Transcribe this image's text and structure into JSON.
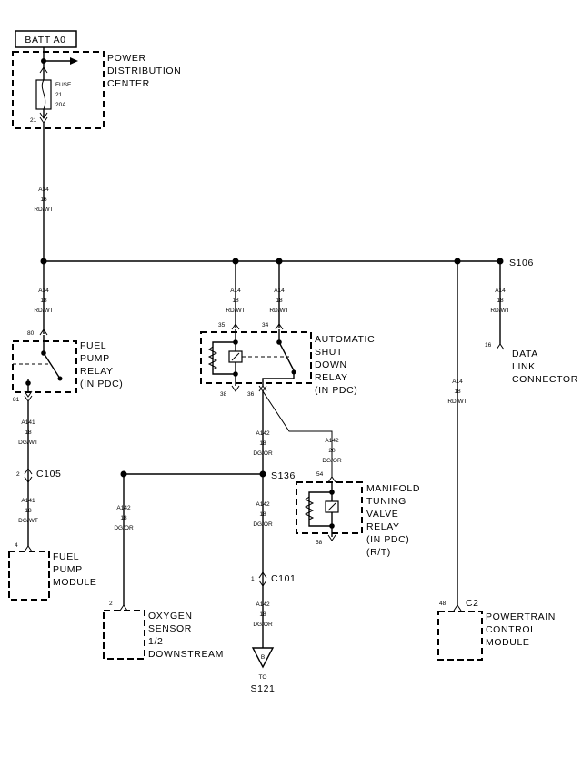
{
  "battery": {
    "label": "BATT A0"
  },
  "pdc": {
    "label": [
      "POWER",
      "DISTRIBUTION",
      "CENTER"
    ],
    "fuse_text": [
      "FUSE",
      "21",
      "20A"
    ],
    "pin": "21"
  },
  "main_wire": {
    "circuit": "A14",
    "gauge": "16",
    "color": "RD/WT"
  },
  "branch_fp": {
    "circuit": "A14",
    "gauge": "18",
    "color": "RD/WT"
  },
  "fuel_pump_relay": {
    "label": [
      "FUEL",
      "PUMP",
      "RELAY",
      "(IN PDC)"
    ],
    "pin_in": "80",
    "pin_out": "81"
  },
  "fp_wire1": {
    "circuit": "A141",
    "gauge": "18",
    "color": "DG/WT"
  },
  "c105": {
    "pin": "2",
    "label": "C105"
  },
  "fp_wire2": {
    "circuit": "A141",
    "gauge": "18",
    "color": "DG/WT"
  },
  "fuel_pump_module": {
    "label": [
      "FUEL",
      "PUMP",
      "MODULE"
    ],
    "pin": "4"
  },
  "asd_wire_a": {
    "circuit": "A14",
    "gauge": "18",
    "color": "RD/WT"
  },
  "asd_wire_b": {
    "circuit": "A14",
    "gauge": "18",
    "color": "RD/WT"
  },
  "asd_relay": {
    "label": [
      "AUTOMATIC",
      "SHUT",
      "DOWN",
      "RELAY",
      "(IN PDC)"
    ],
    "pin_a": "35",
    "pin_b": "34",
    "pin_c": "38",
    "pin_d": "36"
  },
  "asd_out_wire": {
    "circuit": "A142",
    "gauge": "18",
    "color": "DG/OR"
  },
  "mtv_in_wire": {
    "circuit": "A142",
    "gauge": "20",
    "color": "DG/OR"
  },
  "s136": {
    "label": "S136"
  },
  "o2_wire": {
    "circuit": "A142",
    "gauge": "18",
    "color": "DG/OR"
  },
  "oxygen_sensor": {
    "label": [
      "OXYGEN",
      "SENSOR",
      "1/2",
      "DOWNSTREAM"
    ],
    "pin": "2"
  },
  "s121_wire1": {
    "circuit": "A142",
    "gauge": "18",
    "color": "DG/OR"
  },
  "c101": {
    "pin": "1",
    "label": "C101"
  },
  "s121_wire2": {
    "circuit": "A142",
    "gauge": "18",
    "color": "DG/OR"
  },
  "ref_b": {
    "letter": "B",
    "to": "TO",
    "target": "S121"
  },
  "mtv_relay": {
    "label": [
      "MANIFOLD",
      "TUNING",
      "VALVE",
      "RELAY",
      "(IN PDC)",
      "(R/T)"
    ],
    "pin_in": "54",
    "pin_out": "58"
  },
  "pcm_wire": {
    "circuit": "A14",
    "gauge": "18",
    "color": "RD/WT"
  },
  "pcm": {
    "label": [
      "POWERTRAIN",
      "CONTROL",
      "MODULE"
    ],
    "pin": "48",
    "connector": "C2"
  },
  "s106": {
    "label": "S106"
  },
  "dlc_wire": {
    "circuit": "A14",
    "gauge": "18",
    "color": "RD/WT"
  },
  "dlc": {
    "label": [
      "DATA",
      "LINK",
      "CONNECTOR"
    ],
    "pin": "16"
  }
}
